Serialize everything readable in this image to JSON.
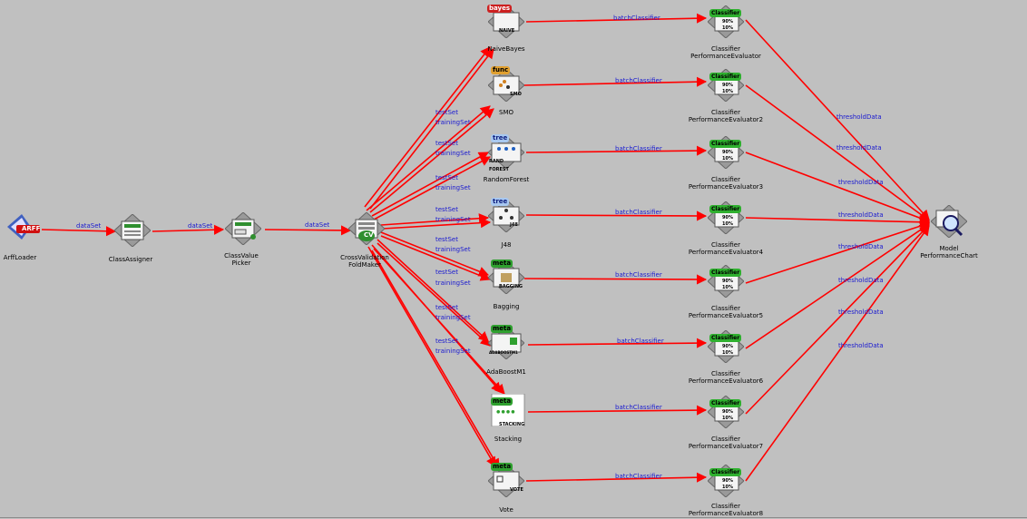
{
  "canvas": {
    "background": "#c0c0c0",
    "edge_color": "#ff0000",
    "label_color": "#1a1ad0"
  },
  "nodes": {
    "arffloader": {
      "label": "ArffLoader",
      "badge": "ARFF"
    },
    "classassigner": {
      "label": "ClassAssigner"
    },
    "classvaluepicker": {
      "label": "ClassValue\nPicker"
    },
    "crossvalidation": {
      "label": "CrossValidation\nFoldMaker",
      "badge": "CV"
    },
    "naivebayes": {
      "label": "NaiveBayes",
      "badge": "bayes",
      "caption": "NAIVE"
    },
    "smo": {
      "label": "SMO",
      "badge": "func",
      "caption": "SMO"
    },
    "randomforest": {
      "label": "RandomForest",
      "badge": "tree",
      "caption": "RAND FOREST"
    },
    "j48": {
      "label": "J48",
      "badge": "tree",
      "caption": "J48"
    },
    "bagging": {
      "label": "Bagging",
      "badge": "meta",
      "caption": "BAGGING"
    },
    "adaboostm1": {
      "label": "AdaBoostM1",
      "badge": "meta",
      "caption": "ADABOOSTM1"
    },
    "stacking": {
      "label": "Stacking",
      "badge": "meta",
      "caption": "STACKING"
    },
    "vote": {
      "label": "Vote",
      "badge": "meta",
      "caption": "VOTE"
    },
    "evaluators": [
      {
        "label": "Classifier\nPerformanceEvaluator",
        "badge": "Classifier"
      },
      {
        "label": "Classifier\nPerformanceEvaluator2",
        "badge": "Classifier"
      },
      {
        "label": "Classifier\nPerformanceEvaluator3",
        "badge": "Classifier"
      },
      {
        "label": "Classifier\nPerformanceEvaluator4",
        "badge": "Classifier"
      },
      {
        "label": "Classifier\nPerformanceEvaluator5",
        "badge": "Classifier"
      },
      {
        "label": "Classifier\nPerformanceEvaluator6",
        "badge": "Classifier"
      },
      {
        "label": "Classifier\nPerformanceEvaluator7",
        "badge": "Classifier"
      },
      {
        "label": "Classifier\nPerformanceEvaluator8",
        "badge": "Classifier"
      }
    ],
    "evaluator_stats": {
      "top": "90%",
      "bottom": "10%"
    },
    "modelchart": {
      "label": "Model\nPerformanceChart"
    }
  },
  "edges": {
    "dataset": "dataSet",
    "testset": "testSet",
    "trainingset": "trainingSet",
    "batchclassifier": "batchClassifier",
    "thresholddata": "thresholdData"
  }
}
